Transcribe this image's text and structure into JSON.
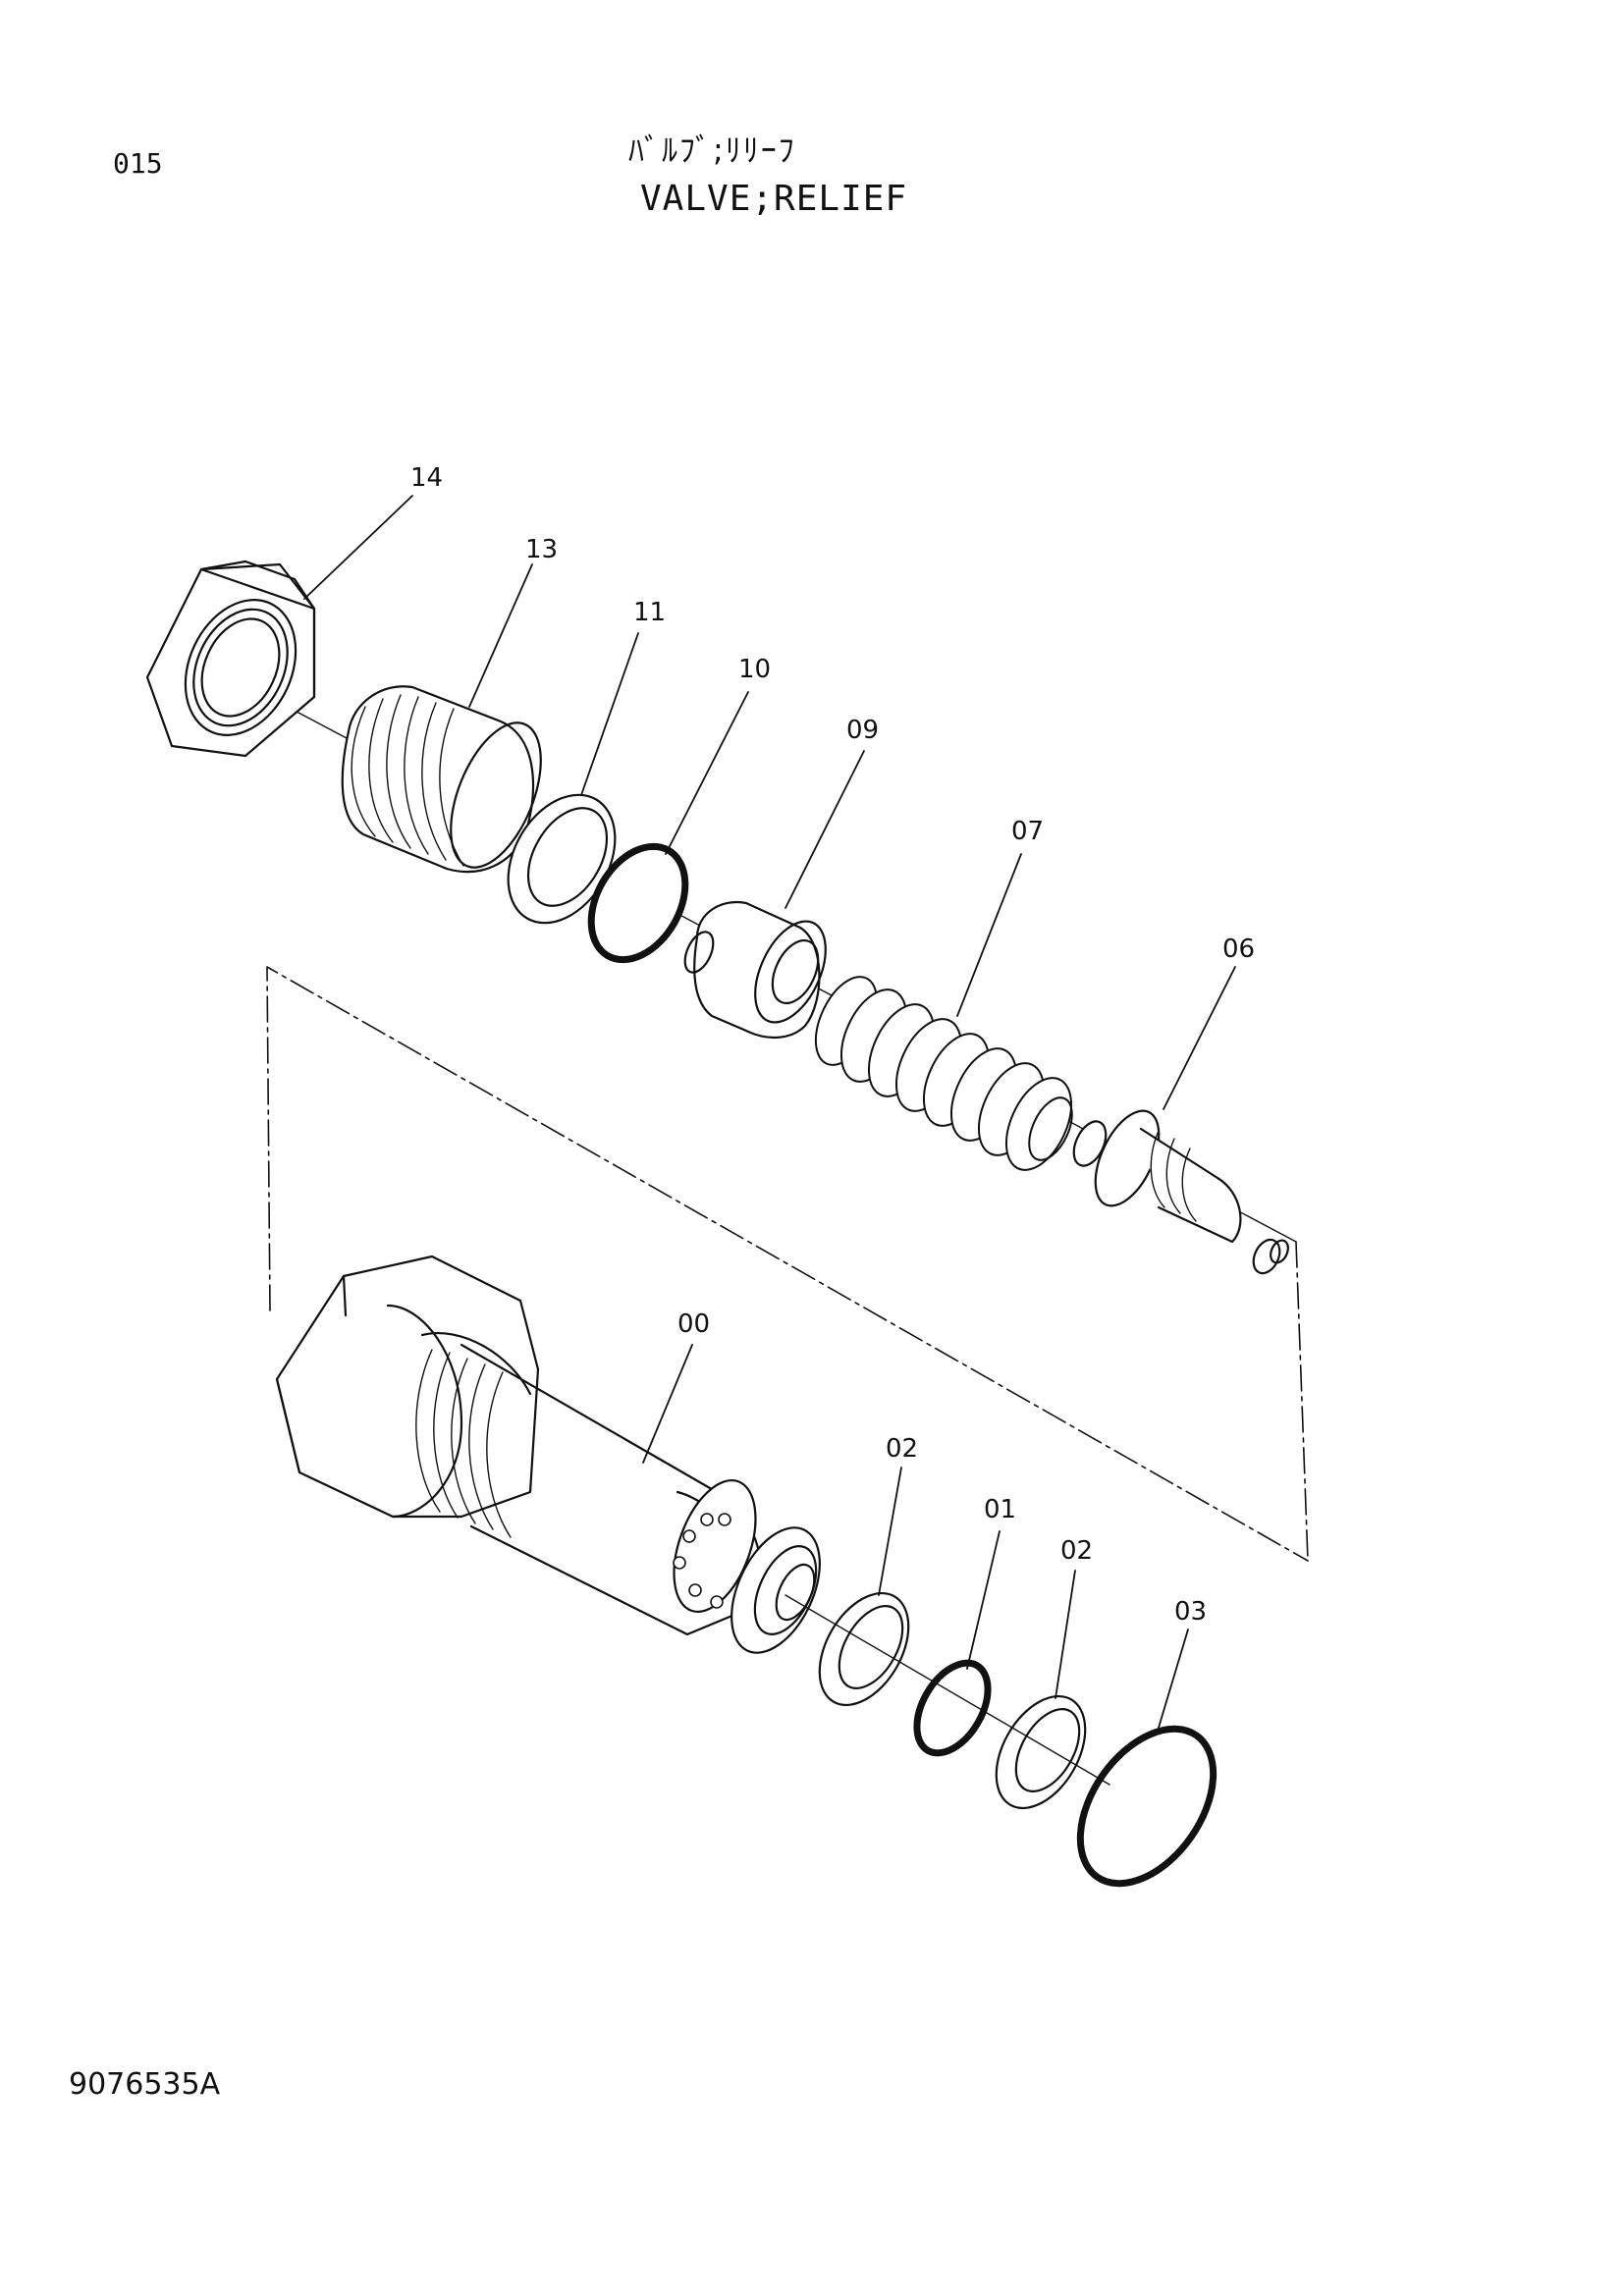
{
  "header": {
    "page_number": "015",
    "title_jp": "ﾊﾞﾙﾌﾞ;ﾘﾘｰﾌ",
    "title_en": "VALVE;RELIEF"
  },
  "footer": {
    "drawing_code": "9076535A"
  },
  "callouts": {
    "c14": "14",
    "c13": "13",
    "c11": "11",
    "c10": "10",
    "c09": "09",
    "c07": "07",
    "c06": "06",
    "c00": "00",
    "c02a": "02",
    "c01": "01",
    "c02b": "02",
    "c03": "03"
  }
}
